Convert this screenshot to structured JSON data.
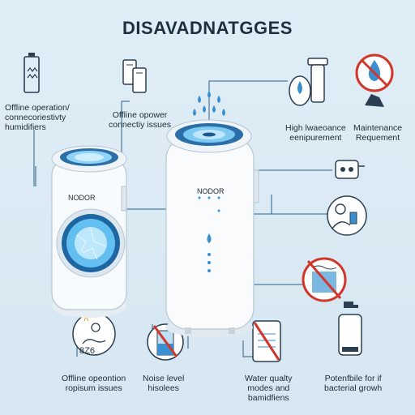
{
  "title": "DISAVADNATGGES",
  "brand_left": "NODOR",
  "brand_center": "NODOR",
  "labels": {
    "offline_operation": "Offline operation/\nconnecoriestivty\nhumidifiers",
    "offline_power": "Offline opower\nconnectiy issues",
    "high_maintenance": "High lwaeoance\neenipurement",
    "maintenance_requirement": "Maintenance\nRequement",
    "offline_opeontion": "Offline opeontion\nropisum issues",
    "noise_level": "Noise level\nhisolees",
    "water_quality": "Water qualty\nmodes and\nbamidfiens",
    "potential_bacterial": "Potenfbile for if\nbacterial growh"
  },
  "colors": {
    "accent": "#1f6fb0",
    "warning_red": "#d2362b",
    "line": "#2b5f8a"
  }
}
